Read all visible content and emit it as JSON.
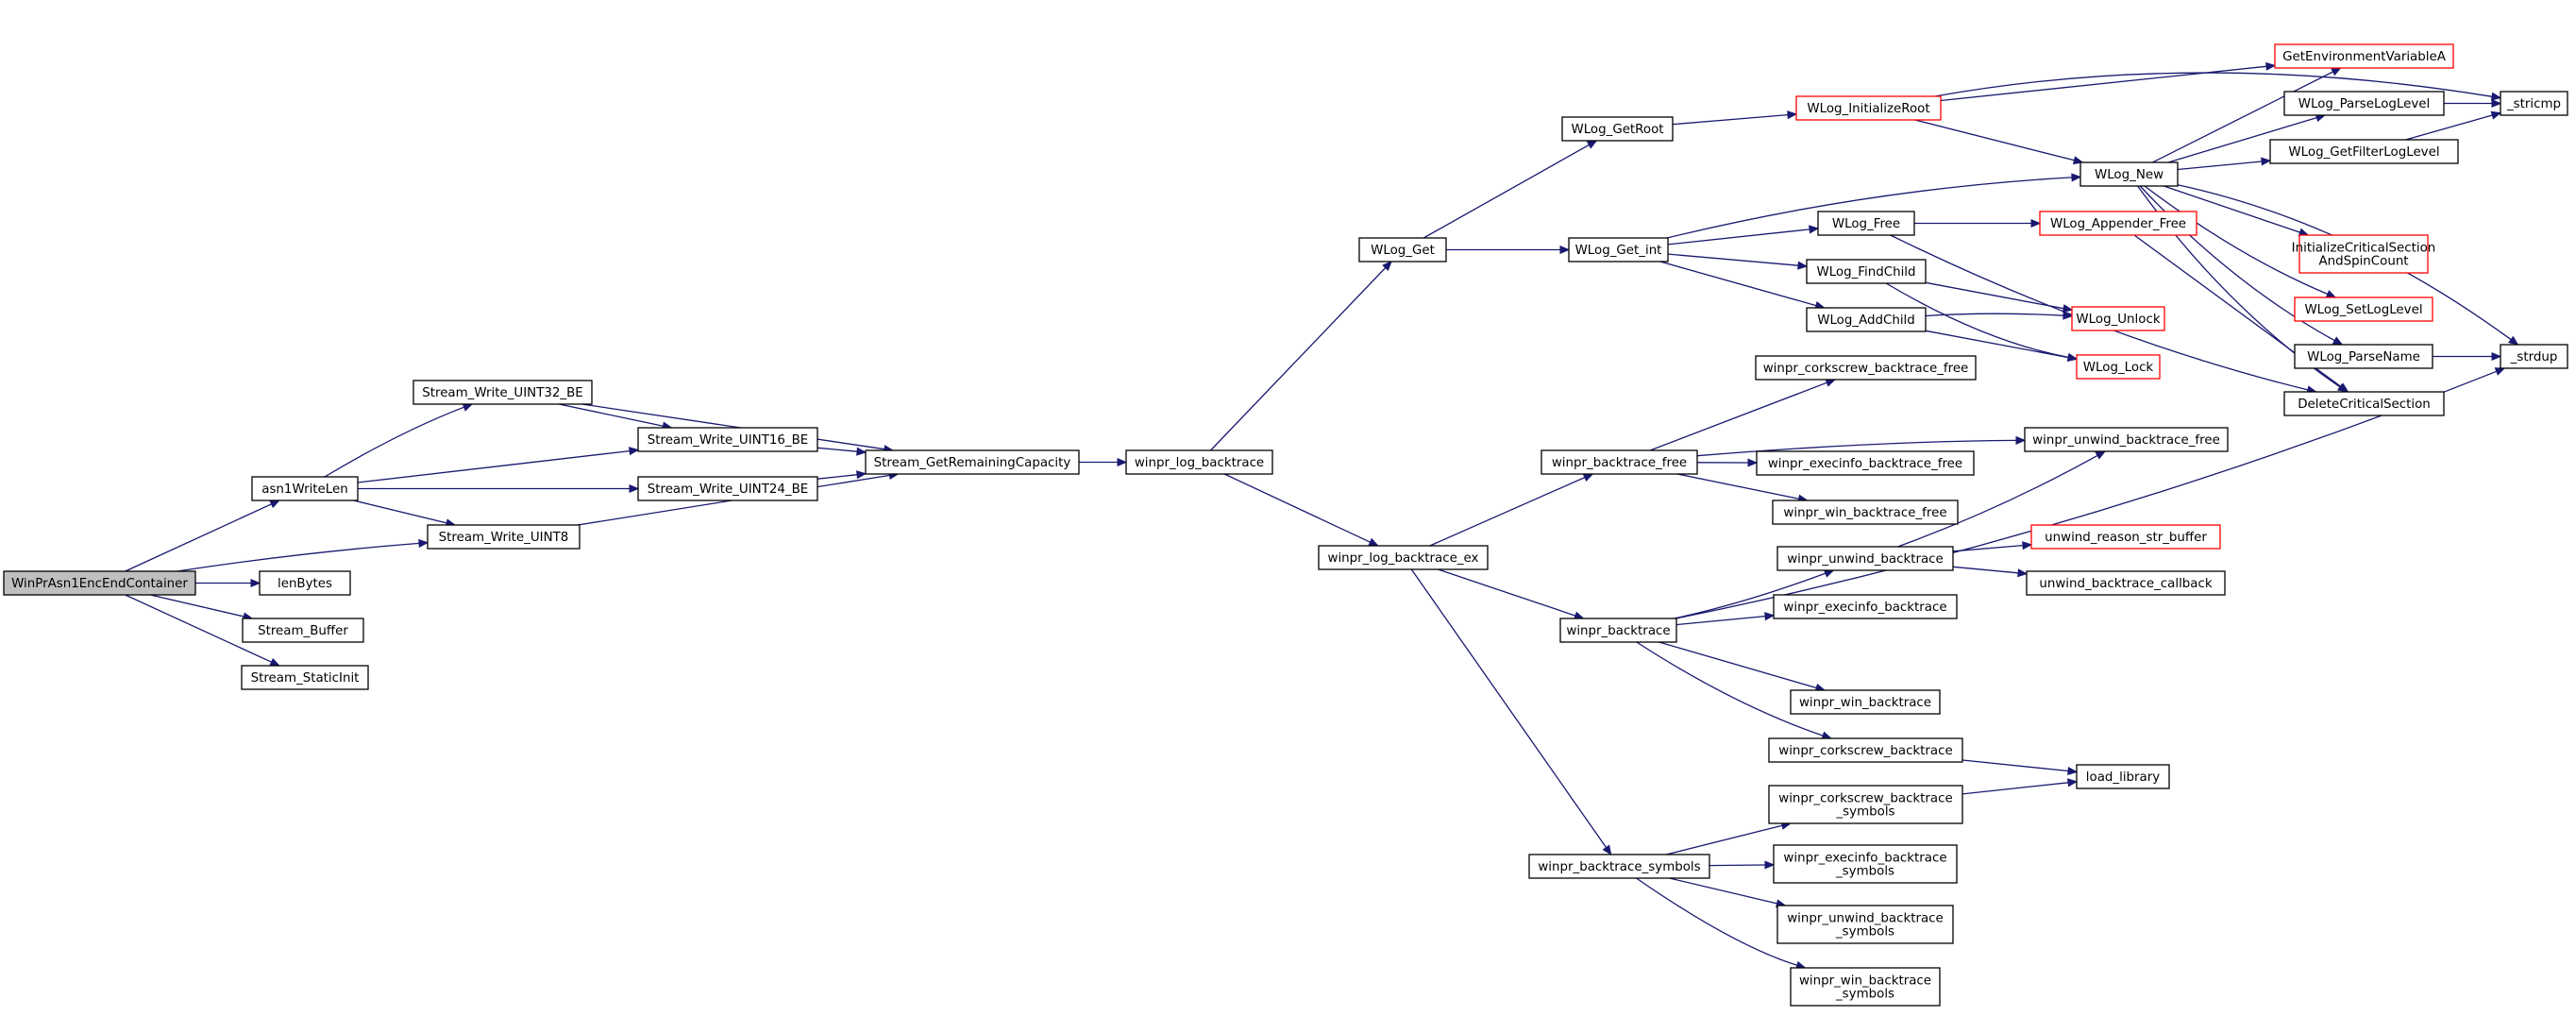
{
  "nodes": [
    {
      "id": "winpr_asn1_enc_end_container",
      "label": [
        "WinPrAsn1EncEndContainer"
      ],
      "root": true
    },
    {
      "id": "asn1_write_len",
      "label": [
        "asn1WriteLen"
      ]
    },
    {
      "id": "len_bytes",
      "label": [
        "lenBytes"
      ]
    },
    {
      "id": "stream_buffer",
      "label": [
        "Stream_Buffer"
      ]
    },
    {
      "id": "stream_static_init",
      "label": [
        "Stream_StaticInit"
      ]
    },
    {
      "id": "stream_write_uint32_be",
      "label": [
        "Stream_Write_UINT32_BE"
      ]
    },
    {
      "id": "stream_write_uint16_be",
      "label": [
        "Stream_Write_UINT16_BE"
      ]
    },
    {
      "id": "stream_write_uint24_be",
      "label": [
        "Stream_Write_UINT24_BE"
      ]
    },
    {
      "id": "stream_write_uint8",
      "label": [
        "Stream_Write_UINT8"
      ]
    },
    {
      "id": "stream_get_remaining_capacity",
      "label": [
        "Stream_GetRemainingCapacity"
      ]
    },
    {
      "id": "winpr_log_backtrace",
      "label": [
        "winpr_log_backtrace"
      ]
    },
    {
      "id": "wlog_get",
      "label": [
        "WLog_Get"
      ]
    },
    {
      "id": "winpr_log_backtrace_ex",
      "label": [
        "winpr_log_backtrace_ex"
      ]
    },
    {
      "id": "wlog_get_root",
      "label": [
        "WLog_GetRoot"
      ]
    },
    {
      "id": "wlog_get_int",
      "label": [
        "WLog_Get_int"
      ]
    },
    {
      "id": "winpr_backtrace_free",
      "label": [
        "winpr_backtrace_free"
      ]
    },
    {
      "id": "winpr_backtrace",
      "label": [
        "winpr_backtrace"
      ]
    },
    {
      "id": "winpr_backtrace_symbols",
      "label": [
        "winpr_backtrace_symbols"
      ]
    },
    {
      "id": "wlog_initialize_root",
      "label": [
        "WLog_InitializeRoot"
      ],
      "red": true
    },
    {
      "id": "wlog_free",
      "label": [
        "WLog_Free"
      ]
    },
    {
      "id": "wlog_find_child",
      "label": [
        "WLog_FindChild"
      ]
    },
    {
      "id": "wlog_add_child",
      "label": [
        "WLog_AddChild"
      ]
    },
    {
      "id": "wlog_new",
      "label": [
        "WLog_New"
      ]
    },
    {
      "id": "winpr_corkscrew_backtrace_free",
      "label": [
        "winpr_corkscrew_backtrace_free"
      ]
    },
    {
      "id": "winpr_execinfo_backtrace_free",
      "label": [
        "winpr_execinfo_backtrace_free"
      ]
    },
    {
      "id": "winpr_win_backtrace_free",
      "label": [
        "winpr_win_backtrace_free"
      ]
    },
    {
      "id": "winpr_unwind_backtrace",
      "label": [
        "winpr_unwind_backtrace"
      ]
    },
    {
      "id": "winpr_execinfo_backtrace",
      "label": [
        "winpr_execinfo_backtrace"
      ]
    },
    {
      "id": "winpr_win_backtrace",
      "label": [
        "winpr_win_backtrace"
      ]
    },
    {
      "id": "winpr_corkscrew_backtrace",
      "label": [
        "winpr_corkscrew_backtrace"
      ]
    },
    {
      "id": "winpr_corkscrew_backtrace_symbols",
      "label": [
        "winpr_corkscrew_backtrace",
        "_symbols"
      ]
    },
    {
      "id": "winpr_execinfo_backtrace_symbols",
      "label": [
        "winpr_execinfo_backtrace",
        "_symbols"
      ]
    },
    {
      "id": "winpr_unwind_backtrace_symbols",
      "label": [
        "winpr_unwind_backtrace",
        "_symbols"
      ]
    },
    {
      "id": "winpr_win_backtrace_symbols",
      "label": [
        "winpr_win_backtrace",
        "_symbols"
      ]
    },
    {
      "id": "wlog_appender_free",
      "label": [
        "WLog_Appender_Free"
      ],
      "red": true
    },
    {
      "id": "wlog_unlock",
      "label": [
        "WLog_Unlock"
      ],
      "red": true
    },
    {
      "id": "wlog_lock",
      "label": [
        "WLog_Lock"
      ],
      "red": true
    },
    {
      "id": "winpr_unwind_backtrace_free",
      "label": [
        "winpr_unwind_backtrace_free"
      ]
    },
    {
      "id": "unwind_reason_str_buffer",
      "label": [
        "unwind_reason_str_buffer"
      ],
      "red": true
    },
    {
      "id": "unwind_backtrace_callback",
      "label": [
        "unwind_backtrace_callback"
      ]
    },
    {
      "id": "load_library",
      "label": [
        "load_library"
      ]
    },
    {
      "id": "get_environment_variable_a",
      "label": [
        "GetEnvironmentVariableA"
      ],
      "red": true
    },
    {
      "id": "wlog_parse_log_level",
      "label": [
        "WLog_ParseLogLevel"
      ]
    },
    {
      "id": "wlog_get_filter_log_level",
      "label": [
        "WLog_GetFilterLogLevel"
      ]
    },
    {
      "id": "initialize_critical_section",
      "label": [
        "InitializeCriticalSection",
        "AndSpinCount"
      ],
      "red": true
    },
    {
      "id": "wlog_set_log_level",
      "label": [
        "WLog_SetLogLevel"
      ],
      "red": true
    },
    {
      "id": "wlog_parse_name",
      "label": [
        "WLog_ParseName"
      ]
    },
    {
      "id": "delete_critical_section",
      "label": [
        "DeleteCriticalSection"
      ]
    },
    {
      "id": "stricmp",
      "label": [
        "_stricmp"
      ]
    },
    {
      "id": "strdup",
      "label": [
        "_strdup"
      ]
    }
  ],
  "edges": [
    [
      "winpr_asn1_enc_end_container",
      "asn1_write_len"
    ],
    [
      "winpr_asn1_enc_end_container",
      "stream_write_uint8"
    ],
    [
      "winpr_asn1_enc_end_container",
      "len_bytes"
    ],
    [
      "winpr_asn1_enc_end_container",
      "stream_buffer"
    ],
    [
      "winpr_asn1_enc_end_container",
      "stream_static_init"
    ],
    [
      "asn1_write_len",
      "stream_write_uint32_be"
    ],
    [
      "asn1_write_len",
      "stream_write_uint16_be"
    ],
    [
      "asn1_write_len",
      "stream_write_uint24_be"
    ],
    [
      "asn1_write_len",
      "stream_write_uint8"
    ],
    [
      "stream_write_uint32_be",
      "stream_write_uint16_be"
    ],
    [
      "stream_write_uint32_be",
      "stream_get_remaining_capacity"
    ],
    [
      "stream_write_uint16_be",
      "stream_get_remaining_capacity"
    ],
    [
      "stream_write_uint24_be",
      "stream_get_remaining_capacity"
    ],
    [
      "stream_write_uint8",
      "stream_get_remaining_capacity"
    ],
    [
      "stream_get_remaining_capacity",
      "winpr_log_backtrace"
    ],
    [
      "winpr_log_backtrace",
      "wlog_get"
    ],
    [
      "winpr_log_backtrace",
      "winpr_log_backtrace_ex"
    ],
    [
      "wlog_get",
      "wlog_get_root"
    ],
    [
      "wlog_get",
      "wlog_get_int"
    ],
    [
      "wlog_get_root",
      "wlog_initialize_root"
    ],
    [
      "wlog_initialize_root",
      "get_environment_variable_a"
    ],
    [
      "wlog_initialize_root",
      "stricmp"
    ],
    [
      "wlog_initialize_root",
      "wlog_new"
    ],
    [
      "wlog_get_int",
      "wlog_new"
    ],
    [
      "wlog_get_int",
      "wlog_free"
    ],
    [
      "wlog_get_int",
      "wlog_find_child"
    ],
    [
      "wlog_get_int",
      "wlog_add_child"
    ],
    [
      "wlog_free",
      "wlog_appender_free"
    ],
    [
      "wlog_free",
      "delete_critical_section"
    ],
    [
      "wlog_appender_free",
      "delete_critical_section"
    ],
    [
      "wlog_find_child",
      "wlog_unlock"
    ],
    [
      "wlog_find_child",
      "wlog_lock"
    ],
    [
      "wlog_add_child",
      "wlog_unlock"
    ],
    [
      "wlog_add_child",
      "wlog_lock"
    ],
    [
      "wlog_new",
      "get_environment_variable_a"
    ],
    [
      "wlog_new",
      "wlog_parse_log_level"
    ],
    [
      "wlog_new",
      "wlog_get_filter_log_level"
    ],
    [
      "wlog_new",
      "initialize_critical_section"
    ],
    [
      "wlog_new",
      "wlog_set_log_level"
    ],
    [
      "wlog_new",
      "wlog_parse_name"
    ],
    [
      "wlog_new",
      "delete_critical_section"
    ],
    [
      "wlog_new",
      "strdup"
    ],
    [
      "wlog_parse_log_level",
      "stricmp"
    ],
    [
      "wlog_get_filter_log_level",
      "stricmp"
    ],
    [
      "wlog_parse_name",
      "strdup"
    ],
    [
      "winpr_log_backtrace_ex",
      "winpr_backtrace_free"
    ],
    [
      "winpr_log_backtrace_ex",
      "winpr_backtrace"
    ],
    [
      "winpr_log_backtrace_ex",
      "winpr_backtrace_symbols"
    ],
    [
      "winpr_backtrace_free",
      "winpr_corkscrew_backtrace_free"
    ],
    [
      "winpr_backtrace_free",
      "winpr_unwind_backtrace_free"
    ],
    [
      "winpr_backtrace_free",
      "winpr_execinfo_backtrace_free"
    ],
    [
      "winpr_backtrace_free",
      "winpr_win_backtrace_free"
    ],
    [
      "winpr_backtrace",
      "winpr_unwind_backtrace"
    ],
    [
      "winpr_backtrace",
      "winpr_execinfo_backtrace"
    ],
    [
      "winpr_backtrace",
      "strdup"
    ],
    [
      "winpr_backtrace",
      "winpr_win_backtrace"
    ],
    [
      "winpr_backtrace",
      "winpr_corkscrew_backtrace"
    ],
    [
      "winpr_unwind_backtrace",
      "winpr_unwind_backtrace_free"
    ],
    [
      "winpr_unwind_backtrace",
      "unwind_reason_str_buffer"
    ],
    [
      "winpr_unwind_backtrace",
      "unwind_backtrace_callback"
    ],
    [
      "winpr_corkscrew_backtrace",
      "load_library"
    ],
    [
      "winpr_corkscrew_backtrace_symbols",
      "load_library"
    ],
    [
      "winpr_backtrace_symbols",
      "winpr_corkscrew_backtrace_symbols"
    ],
    [
      "winpr_backtrace_symbols",
      "winpr_execinfo_backtrace_symbols"
    ],
    [
      "winpr_backtrace_symbols",
      "winpr_unwind_backtrace_symbols"
    ],
    [
      "winpr_backtrace_symbols",
      "winpr_win_backtrace_symbols"
    ]
  ],
  "colors": {
    "edge": "#191970",
    "node_border": "#000000",
    "highlight_border": "#ff0000",
    "root_fill": "#bfbfbf",
    "node_fill": "#ffffff"
  }
}
